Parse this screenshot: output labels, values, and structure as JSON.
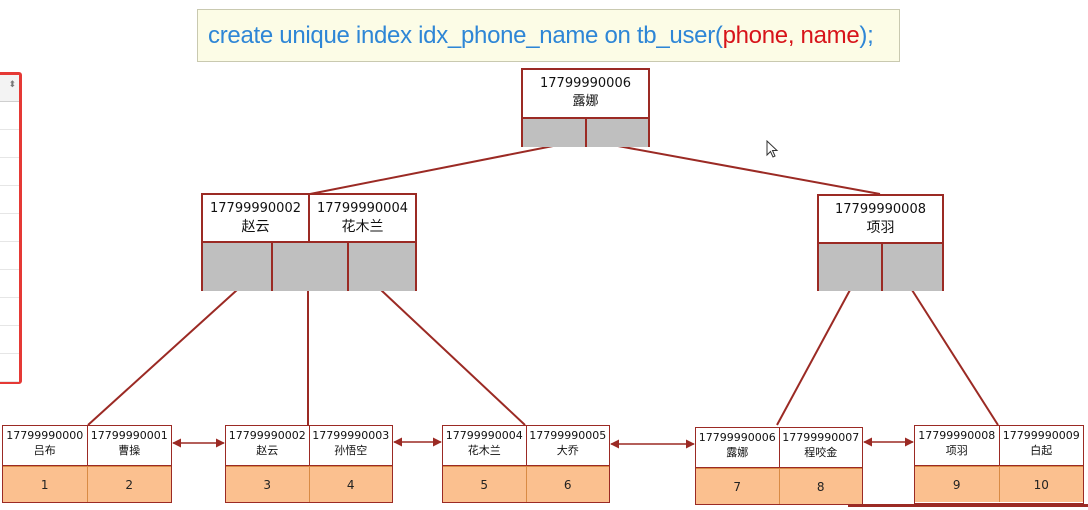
{
  "sql": {
    "prefix": "create unique index idx_phone_name on tb_user(",
    "cols": "phone, name",
    "suffix": ");"
  },
  "root": {
    "phone": "17799990006",
    "name": "露娜"
  },
  "mid_left": [
    {
      "phone": "17799990002",
      "name": "赵云"
    },
    {
      "phone": "17799990004",
      "name": "花木兰"
    }
  ],
  "mid_right": {
    "phone": "17799990008",
    "name": "项羽"
  },
  "leaves": [
    [
      {
        "phone": "17799990000",
        "name": "吕布",
        "id": "1"
      },
      {
        "phone": "17799990001",
        "name": "曹操",
        "id": "2"
      }
    ],
    [
      {
        "phone": "17799990002",
        "name": "赵云",
        "id": "3"
      },
      {
        "phone": "17799990003",
        "name": "孙悟空",
        "id": "4"
      }
    ],
    [
      {
        "phone": "17799990004",
        "name": "花木兰",
        "id": "5"
      },
      {
        "phone": "17799990005",
        "name": "大乔",
        "id": "6"
      }
    ],
    [
      {
        "phone": "17799990006",
        "name": "露娜",
        "id": "7"
      },
      {
        "phone": "17799990007",
        "name": "程咬金",
        "id": "8"
      }
    ],
    [
      {
        "phone": "17799990008",
        "name": "项羽",
        "id": "9"
      },
      {
        "phone": "17799990009",
        "name": "白起",
        "id": "10"
      }
    ]
  ],
  "colors": {
    "border": "#9b2a24",
    "pointer_fill": "#bfbfbf",
    "leaf_value_fill": "#fbc08f",
    "sql_text": "#2e86d6",
    "sql_highlight": "#d7141a"
  },
  "icons": {
    "cursor": "mouse-pointer-icon",
    "sort": "sort-arrows-icon"
  }
}
